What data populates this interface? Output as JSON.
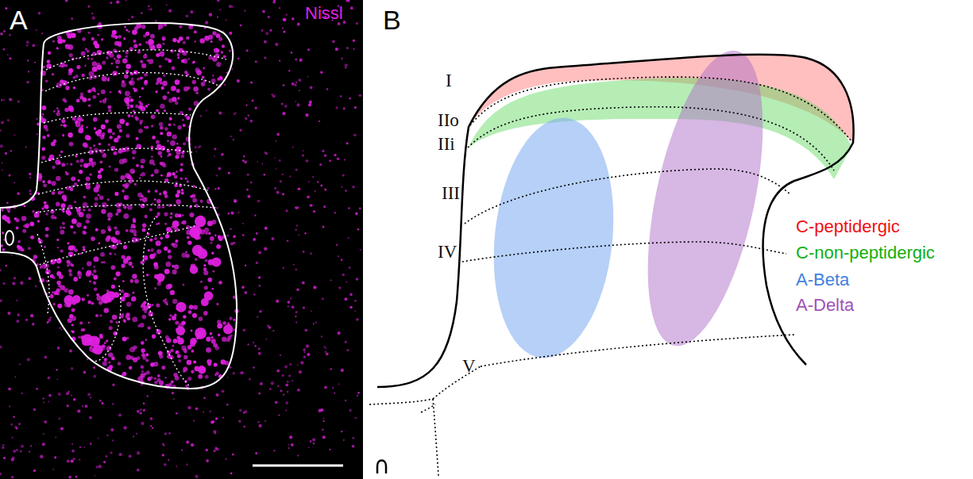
{
  "diagram": {
    "labels": [
      "A",
      "Nissl",
      "B",
      "I",
      "IIo",
      "IIi",
      "III",
      "IV",
      "V"
    ],
    "legend": [
      {
        "text": "C-peptidergic",
        "color": "#f01010"
      },
      {
        "text": "C-non-peptidergic",
        "color": "#12b012"
      },
      {
        "text": "A-Beta",
        "color": "#3f7fe0"
      },
      {
        "text": "A-Delta",
        "color": "#a050b8"
      }
    ]
  }
}
